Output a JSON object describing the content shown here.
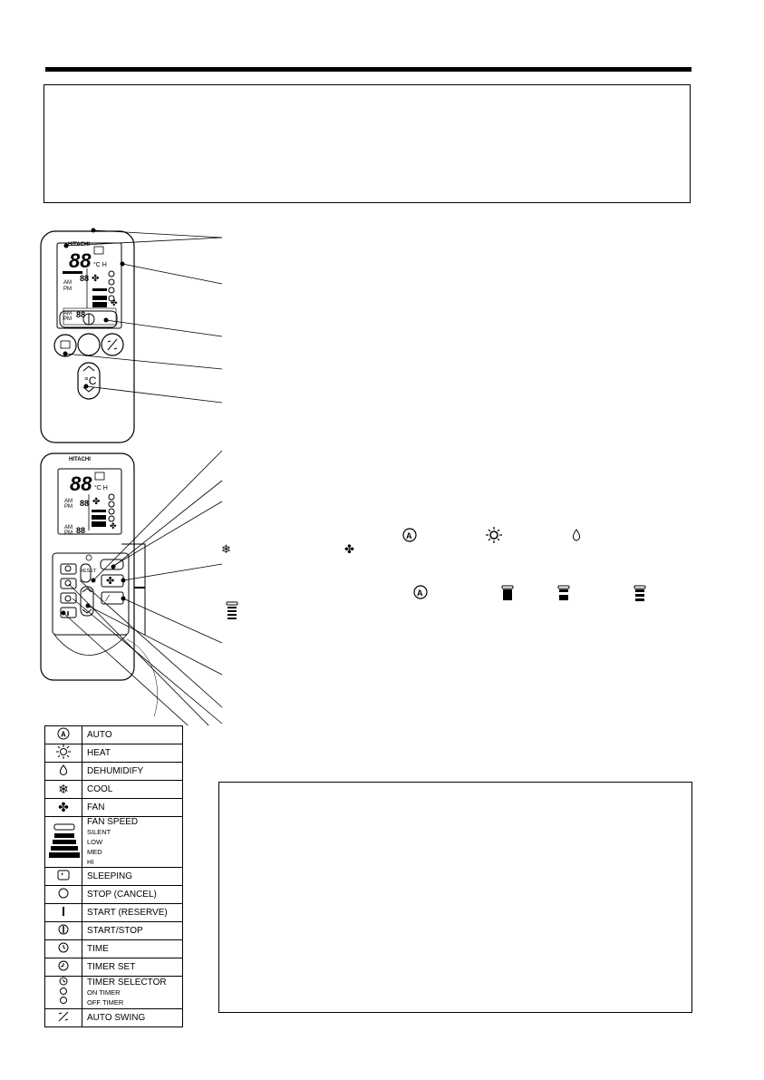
{
  "remote": {
    "brand": "HITACHI",
    "display_temp": "88",
    "display_unit": "°C H",
    "temp_button_label": "°C",
    "reset_label": "RESET"
  },
  "legend": [
    {
      "icon": "auto-icon",
      "label": "AUTO"
    },
    {
      "icon": "heat-icon",
      "label": "HEAT"
    },
    {
      "icon": "dehumidify-icon",
      "label": "DEHUMIDIFY"
    },
    {
      "icon": "cool-icon",
      "label": "COOL"
    },
    {
      "icon": "fan-icon",
      "label": "FAN"
    },
    {
      "icon": "fan-speed-icon",
      "label": "FAN SPEED",
      "subs": [
        "SILENT",
        "LOW",
        "MED",
        "HI"
      ]
    },
    {
      "icon": "sleeping-icon",
      "label": "SLEEPING"
    },
    {
      "icon": "stop-icon",
      "label": "STOP (CANCEL)"
    },
    {
      "icon": "start-icon",
      "label": "START (RESERVE)"
    },
    {
      "icon": "start-stop-icon",
      "label": "START/STOP"
    },
    {
      "icon": "time-icon",
      "label": "TIME"
    },
    {
      "icon": "timer-set-icon",
      "label": "TIMER SET"
    },
    {
      "icon": "timer-selector-icon",
      "label": "TIMER SELECTOR",
      "subs": [
        "ON TIMER",
        "OFF TIMER"
      ]
    },
    {
      "icon": "auto-swing-icon",
      "label": "AUTO SWING"
    }
  ]
}
